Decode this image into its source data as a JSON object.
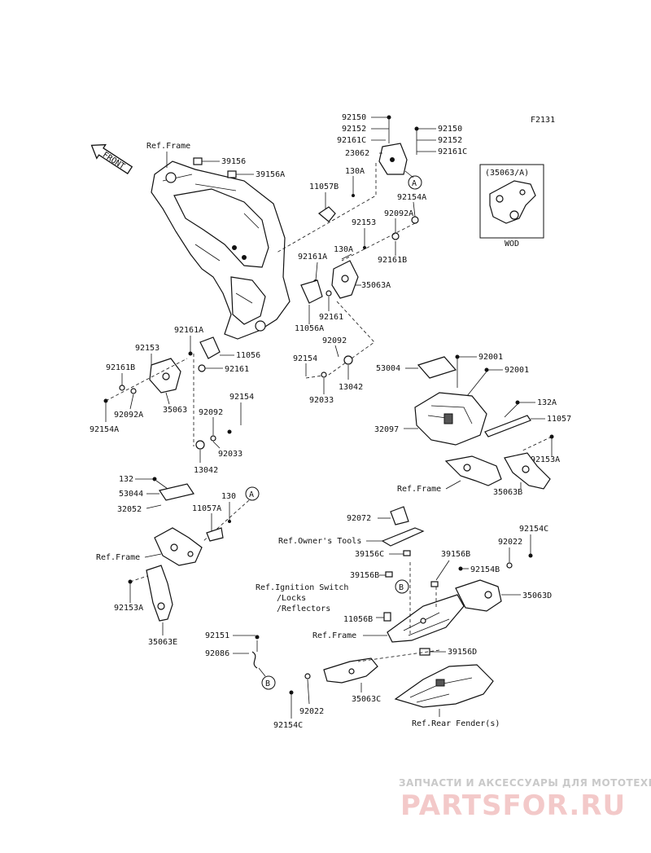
{
  "figure_code": "F2131",
  "front_arrow": "FRONT",
  "inset": {
    "title": "(35063/A)",
    "caption": "WOD"
  },
  "callouts": {
    "a": "A",
    "b": "B"
  },
  "refs": {
    "frame_top": "Ref.Frame",
    "frame_right": "Ref.Frame",
    "frame_left": "Ref.Frame",
    "frame_lower": "Ref.Frame",
    "owners_tools": "Ref.Owner's Tools",
    "ignition_1": "Ref.Ignition Switch",
    "ignition_2": "/Locks",
    "ignition_3": "/Reflectors",
    "rear_fender": "Ref.Rear Fender(s)"
  },
  "parts": {
    "p92150_a": "92150",
    "p92152_a": "92152",
    "p92161c_a": "92161C",
    "p23062": "23062",
    "p92150_b": "92150",
    "p92152_b": "92152",
    "p92161c_b": "92161C",
    "p39156": "39156",
    "p39156a": "39156A",
    "p130a_a": "130A",
    "p11057b": "11057B",
    "p92154a_a": "92154A",
    "p92092a_a": "92092A",
    "p92153_a": "92153",
    "p130a_b": "130A",
    "p92161a_a": "92161A",
    "p92161b_a": "92161B",
    "p35063a": "35063A",
    "p11056a": "11056A",
    "p92161_a": "92161",
    "p92092": "92092",
    "p92154_a": "92154",
    "p13042_a": "13042",
    "p92033_a": "92033",
    "p92161a_b": "92161A",
    "p92153_b": "92153",
    "p11056": "11056",
    "p92161_b": "92161",
    "p92161b_b": "92161B",
    "p92092a_b": "92092A",
    "p35063": "35063",
    "p92154a_b": "92154A",
    "p92092_b": "92092",
    "p92154_b": "92154",
    "p92033_b": "92033",
    "p13042_b": "13042",
    "p92001_a": "92001",
    "p53004": "53004",
    "p92001_b": "92001",
    "p132a": "132A",
    "p11057": "11057",
    "p32097": "32097",
    "p92153a": "92153A",
    "p35063b": "35063B",
    "p132": "132",
    "p53044": "53044",
    "p32052": "32052",
    "p130": "130",
    "p11057a": "11057A",
    "p92153a_b": "92153A",
    "p35063e": "35063E",
    "p92072": "92072",
    "p39156c": "39156C",
    "p39156b_a": "39156B",
    "p92154b": "92154B",
    "p92154c_a": "92154C",
    "p92022_a": "92022",
    "p35063d": "35063D",
    "p39156b_b": "39156B",
    "p11056b": "11056B",
    "p39156d": "39156D",
    "p92151": "92151",
    "p92086": "92086",
    "p35063c": "35063C",
    "p92022_b": "92022",
    "p92154c_b": "92154C"
  },
  "watermark": {
    "line1": "ЗАПЧАСТИ И АКСЕССУАРЫ ДЛЯ МОТОТЕХНИКИ",
    "line2": "PARTSFOR.RU"
  }
}
